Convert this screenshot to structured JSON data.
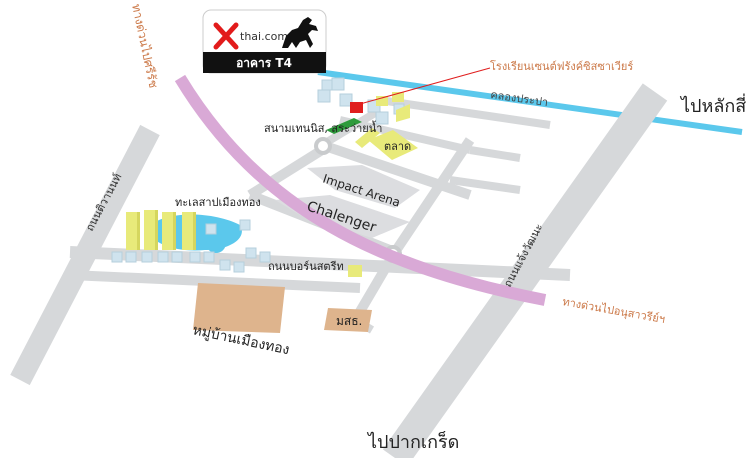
{
  "logo": {
    "brand_text": "thai.com",
    "building_label": "อาคาร T4",
    "accent_color": "#e21b1b",
    "icon": "horse-logo-icon"
  },
  "labels": {
    "school": "โรงเรียนเซนต์ฟรังค์ซิสซาเวียร์",
    "canal": "คลองประปา",
    "to_lak_si": "ไปหลักสี่",
    "tennis_pool": "สนามเทนนิส, สระว่ายน้ำ",
    "market": "ตลาด",
    "impact_arena": "Impact Arena",
    "challenger": "Chalenger",
    "lake": "ทะเลสาปเมืองทอง",
    "road_bond_street": "ถนนบอร์นสตรีท",
    "mso": "มสธ.",
    "village": "หมู่บ้านเมืองทอง",
    "road_chaeng_watthana": "ถนนแจ้งวัฒนะ",
    "road_tiwanon": "ถนนติวานนท์",
    "expressway_west": "ทางด่วนไปศรีรัช",
    "expressway_east": "ทางด่วนไปอนุสาวรีย์ฯ",
    "to_pak_kret": "ไปปากเกร็ด"
  },
  "colors": {
    "road": "#d6d8da",
    "expressway": "#d9a9d6",
    "canal": "#5bc8ec",
    "building_yellow": "#e8ea7a",
    "building_blue": "#cfe3ee",
    "plot_brown": "#deb48d",
    "arena_gray": "#dcdde0",
    "target_red": "#e01e1e",
    "tennis_green": "#2e9b3c",
    "label_orange": "#cc7a4a"
  }
}
